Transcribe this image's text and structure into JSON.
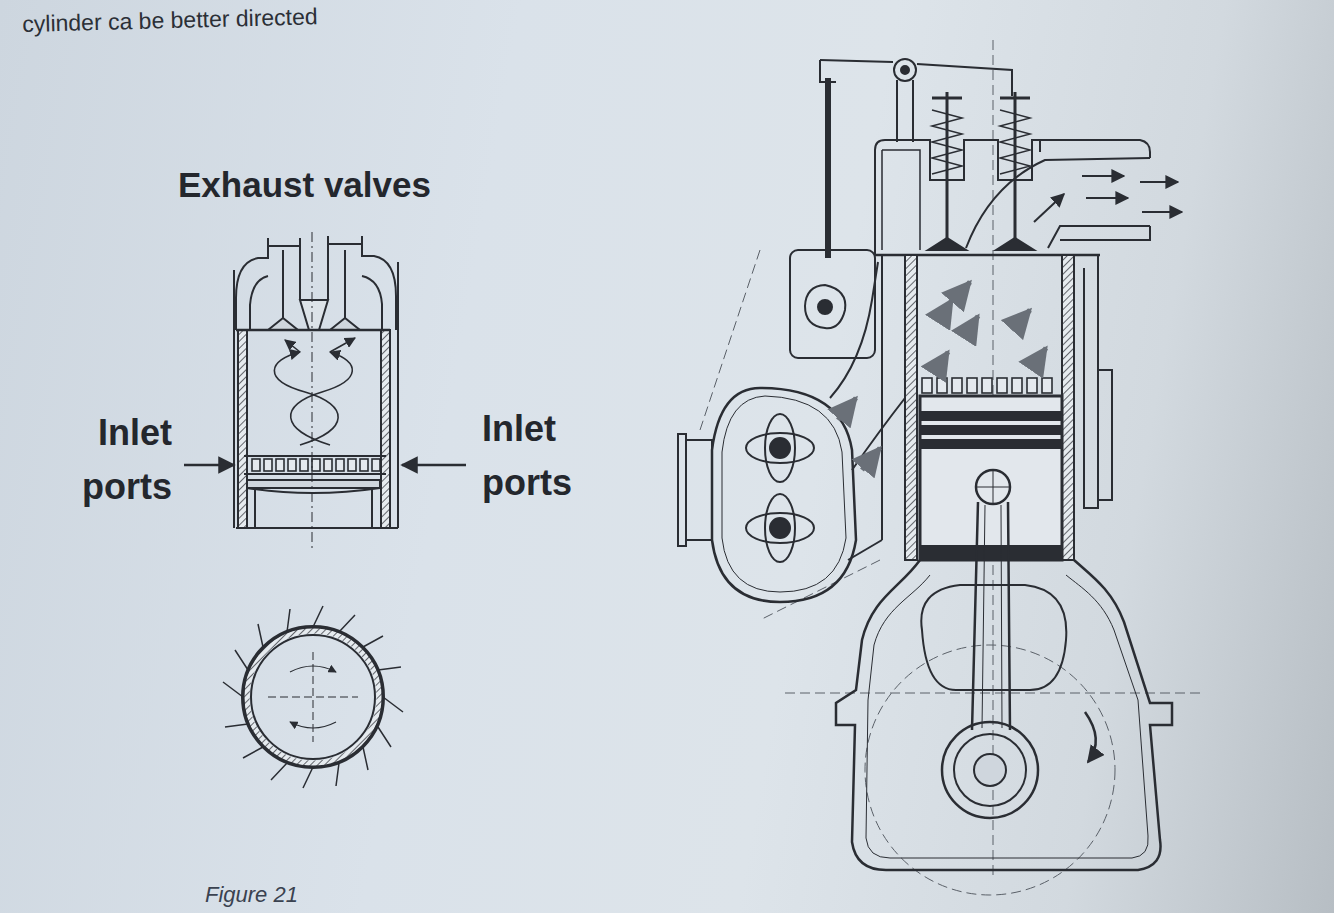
{
  "diagram": {
    "caption": "Figure 21",
    "labels": [
      "cylinder ca be better directed",
      "Exhaust valves",
      "Inlet ports",
      "Inlet ports"
    ]
  }
}
